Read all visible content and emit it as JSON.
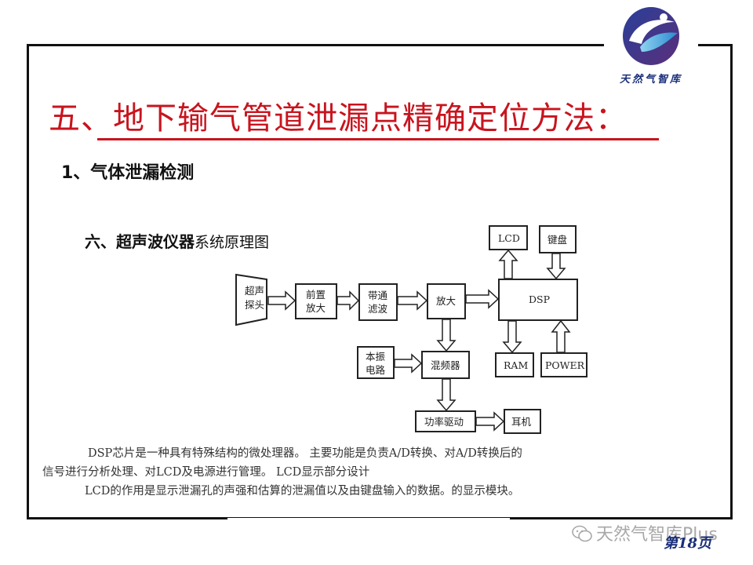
{
  "logo": {
    "text": "天然气智库"
  },
  "slide": {
    "title": "五、地下输气管道泄漏点精确定位方法：",
    "subtitle": "1、气体泄漏检测",
    "diagram_title_bold": "六、超声波仪器",
    "diagram_title_normal": "系统原理图"
  },
  "diagram": {
    "blocks": {
      "probe": [
        "超声",
        "探头"
      ],
      "preamp": [
        "前置",
        "放大"
      ],
      "bandpass": [
        "带通",
        "滤波"
      ],
      "amp": "放大",
      "dsp": "DSP",
      "lcd": "LCD",
      "keyboard": "键盘",
      "ram": "RAM",
      "power": "POWER",
      "osc": [
        "本振",
        "电路"
      ],
      "mixer": "混频器",
      "driver": "功率驱动",
      "earphone": "耳机"
    }
  },
  "paragraph": {
    "line1": "DSP芯片是一种具有特殊结构的微处理器。 主要功能是负责A/D转换、对A/D转换后的",
    "line2": "信号进行分析处理、对LCD及电源进行管理。 LCD显示部分设计",
    "line3": "LCD的作用是显示泄漏孔的声强和估算的泄漏值以及由键盘输入的数据。的显示模块。"
  },
  "footer": {
    "watermark": "天然气智库Plus",
    "page": "第18页"
  }
}
